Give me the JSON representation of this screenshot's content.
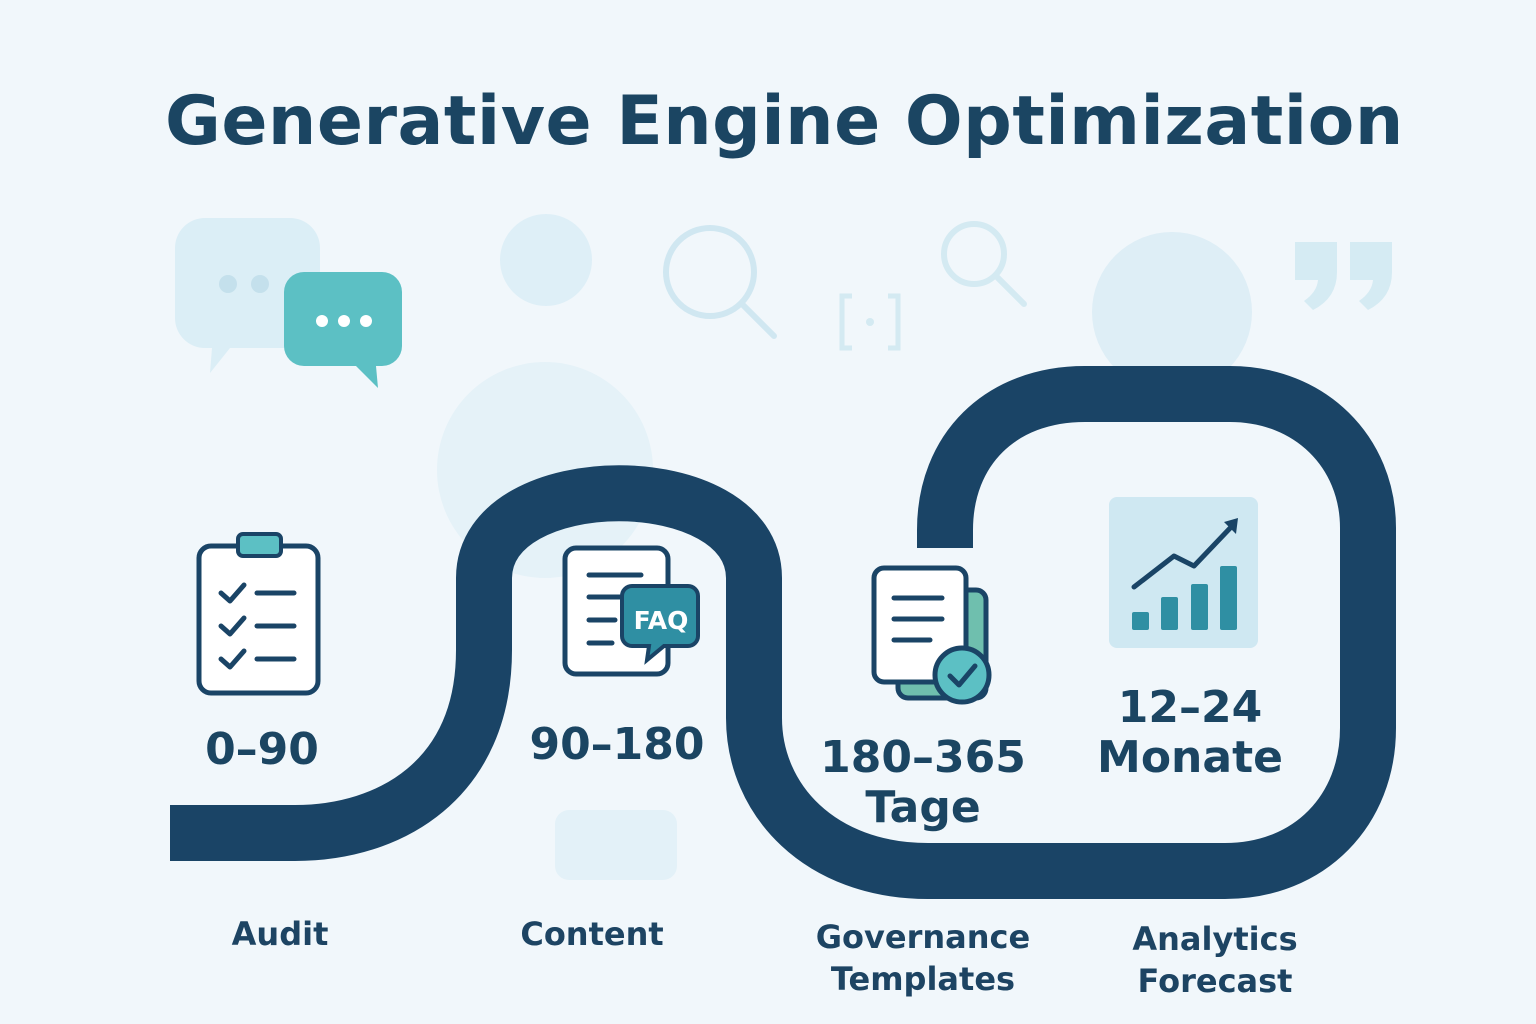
{
  "title": "Generative Engine Optimization",
  "colors": {
    "road": "#1a4466",
    "accent": "#5cc0c4",
    "decor": "#dbeef6",
    "background": "#f1f7fb"
  },
  "milestones": [
    {
      "period": [
        "0–90"
      ],
      "phase": [
        "Audit"
      ],
      "icon": "clipboard-checklist-icon"
    },
    {
      "period": [
        "90–180"
      ],
      "phase": [
        "Content"
      ],
      "icon": "faq-document-icon",
      "badge": "FAQ"
    },
    {
      "period": [
        "180–365",
        "Tage"
      ],
      "phase": [
        "Governance",
        "Templates"
      ],
      "icon": "document-check-icon"
    },
    {
      "period": [
        "12–24",
        "Monate"
      ],
      "phase": [
        "Analytics",
        "Forecast"
      ],
      "icon": "growth-chart-icon"
    }
  ]
}
